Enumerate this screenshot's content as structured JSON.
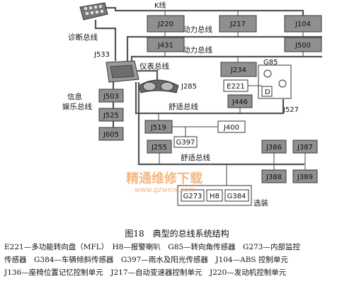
{
  "diagram": {
    "labels": {
      "k_bus": "K线",
      "diag_bus": "诊断总线",
      "power_bus_1": "动力总线",
      "power_bus_2": "动力总线",
      "instrument_bus": "仪表总线",
      "info_bus": "信息\n娱乐总线",
      "comfort_bus_1": "舒适总线",
      "comfort_bus_2": "舒适总线",
      "optional": "选装"
    },
    "modules": {
      "J220": "J220",
      "J217": "J217",
      "J104": "J104",
      "J431": "J431",
      "J500": "J500",
      "J533": "J533",
      "J285": "J285",
      "J234": "J234",
      "G85": "G85",
      "E221": "E221",
      "D": "D",
      "J446": "J446",
      "J527": "J527",
      "J503": "J503",
      "J525": "J525",
      "J605": "J605",
      "J519": "J519",
      "J400": "J400",
      "G397": "G397",
      "J255": "J255",
      "J386": "J386",
      "J387": "J387",
      "J388": "J388",
      "J389": "J389",
      "G273": "G273",
      "H8": "H8",
      "G384": "G384"
    },
    "watermark": {
      "main": "精通维修下载",
      "url": "www.gzweix.com"
    }
  },
  "caption": "图18　典型的总线系统结构",
  "legend": [
    "E221—多功能转向盘（MFL）　H8—报警喇叭　G85—转向角传感器　G273—内部监控",
    "传感器　G384—车辆倾斜传感器　G397—雨水及阳光传感器　J104—ABS 控制单元",
    "J136—座椅位置记忆控制单元　J217—自动变速器控制单元　J220—发动机控制单元"
  ]
}
